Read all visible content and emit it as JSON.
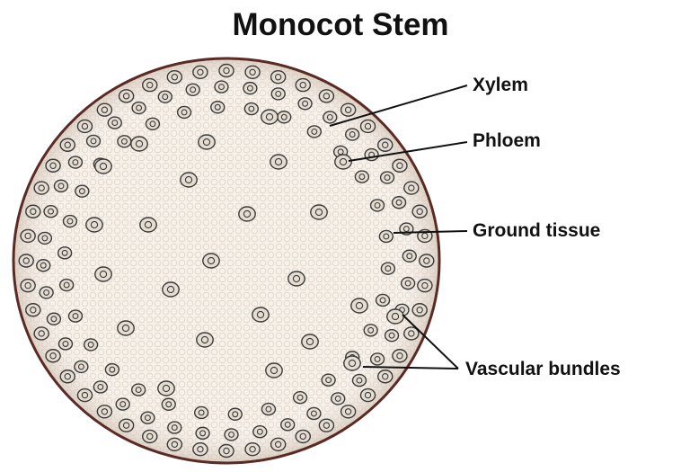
{
  "title": "Monocot Stem",
  "labels": {
    "xylem": "Xylem",
    "phloem": "Phloem",
    "ground_tissue": "Ground tissue",
    "vascular_bundles": "Vascular bundles"
  },
  "colors": {
    "outline": "#5a2a24",
    "ground": "#f7f1ea",
    "bundle": "#3a3a3a",
    "line": "#111111"
  }
}
